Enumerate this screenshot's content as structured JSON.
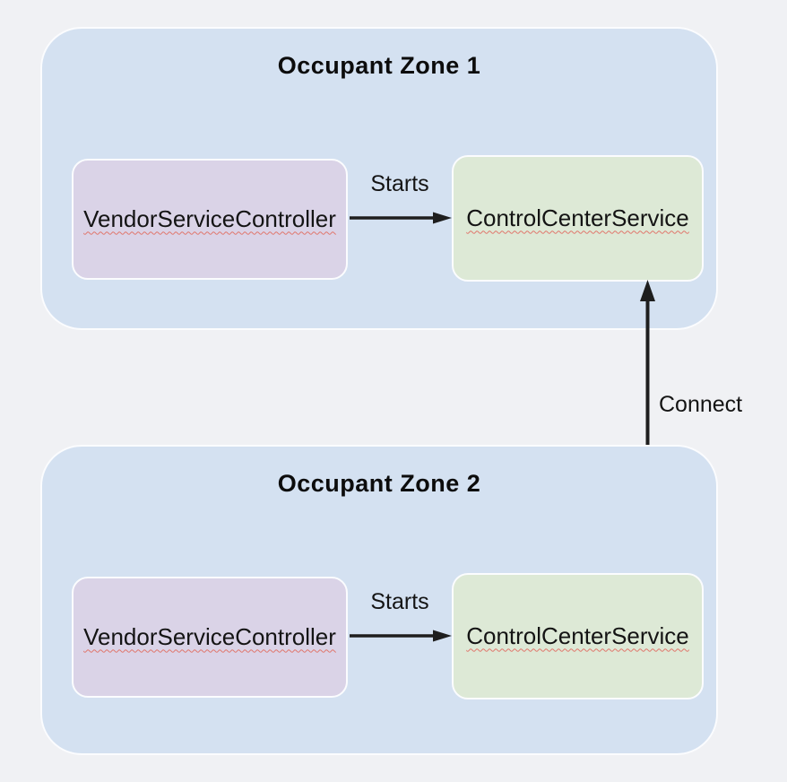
{
  "colors": {
    "page-bg": "#f0f1f4",
    "zone-bg": "#d4e1f1",
    "vendor-bg": "#dad3e7",
    "control-bg": "#dde9d6",
    "arrow": "#1e1e1e",
    "squiggle": "#e0756b",
    "text": "#141414"
  },
  "connect": {
    "label": "Connect"
  },
  "zones": [
    {
      "title": "Occupant Zone 1",
      "vendor_label": "VendorServiceController",
      "starts_label": "Starts",
      "control_label": "ControlCenterService"
    },
    {
      "title": "Occupant Zone 2",
      "vendor_label": "VendorServiceController",
      "starts_label": "Starts",
      "control_label": "ControlCenterService"
    }
  ]
}
